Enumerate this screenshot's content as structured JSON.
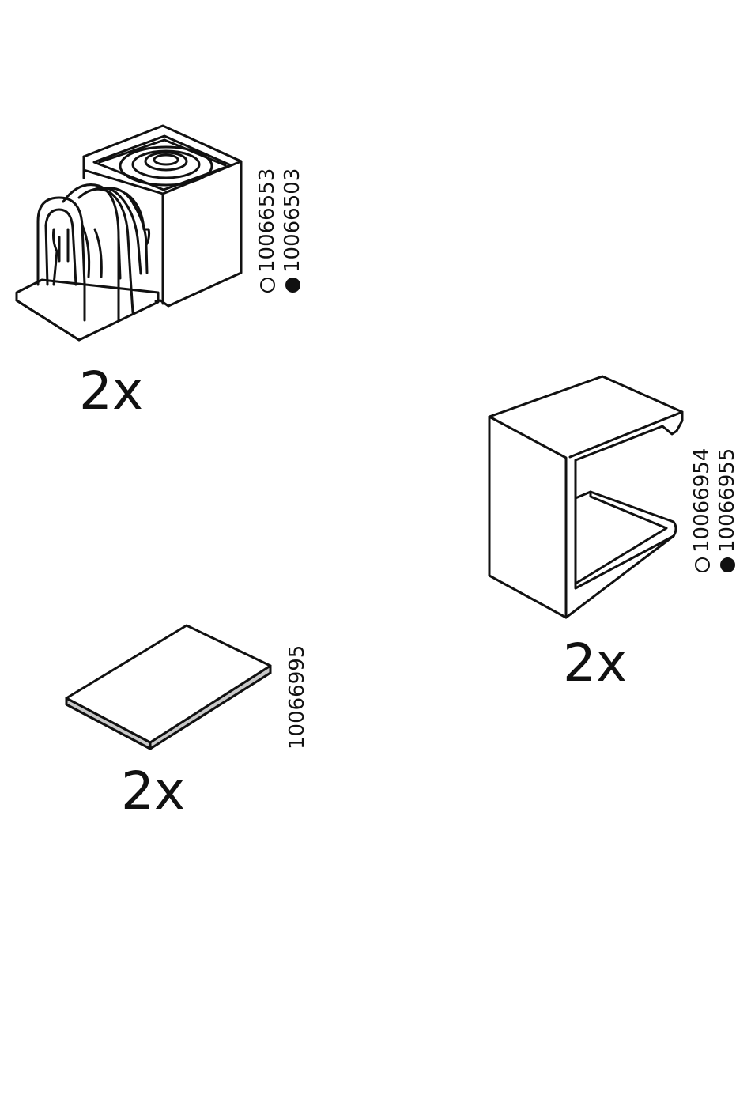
{
  "parts": [
    {
      "id": "bracket",
      "quantity": "2x",
      "codes": [
        {
          "symbol": "open-circle-icon",
          "number": "10066553"
        },
        {
          "symbol": "filled-circle-icon",
          "number": "10066503"
        }
      ]
    },
    {
      "id": "clip",
      "quantity": "2x",
      "codes": [
        {
          "symbol": "open-circle-icon",
          "number": "10066954"
        },
        {
          "symbol": "filled-circle-icon",
          "number": "10066955"
        }
      ]
    },
    {
      "id": "pad",
      "quantity": "2x",
      "codes": [
        {
          "number": "10066995"
        }
      ]
    }
  ],
  "colors": {
    "line": "#111111",
    "pad_edge": "#c8c8c8",
    "background": "#ffffff"
  }
}
